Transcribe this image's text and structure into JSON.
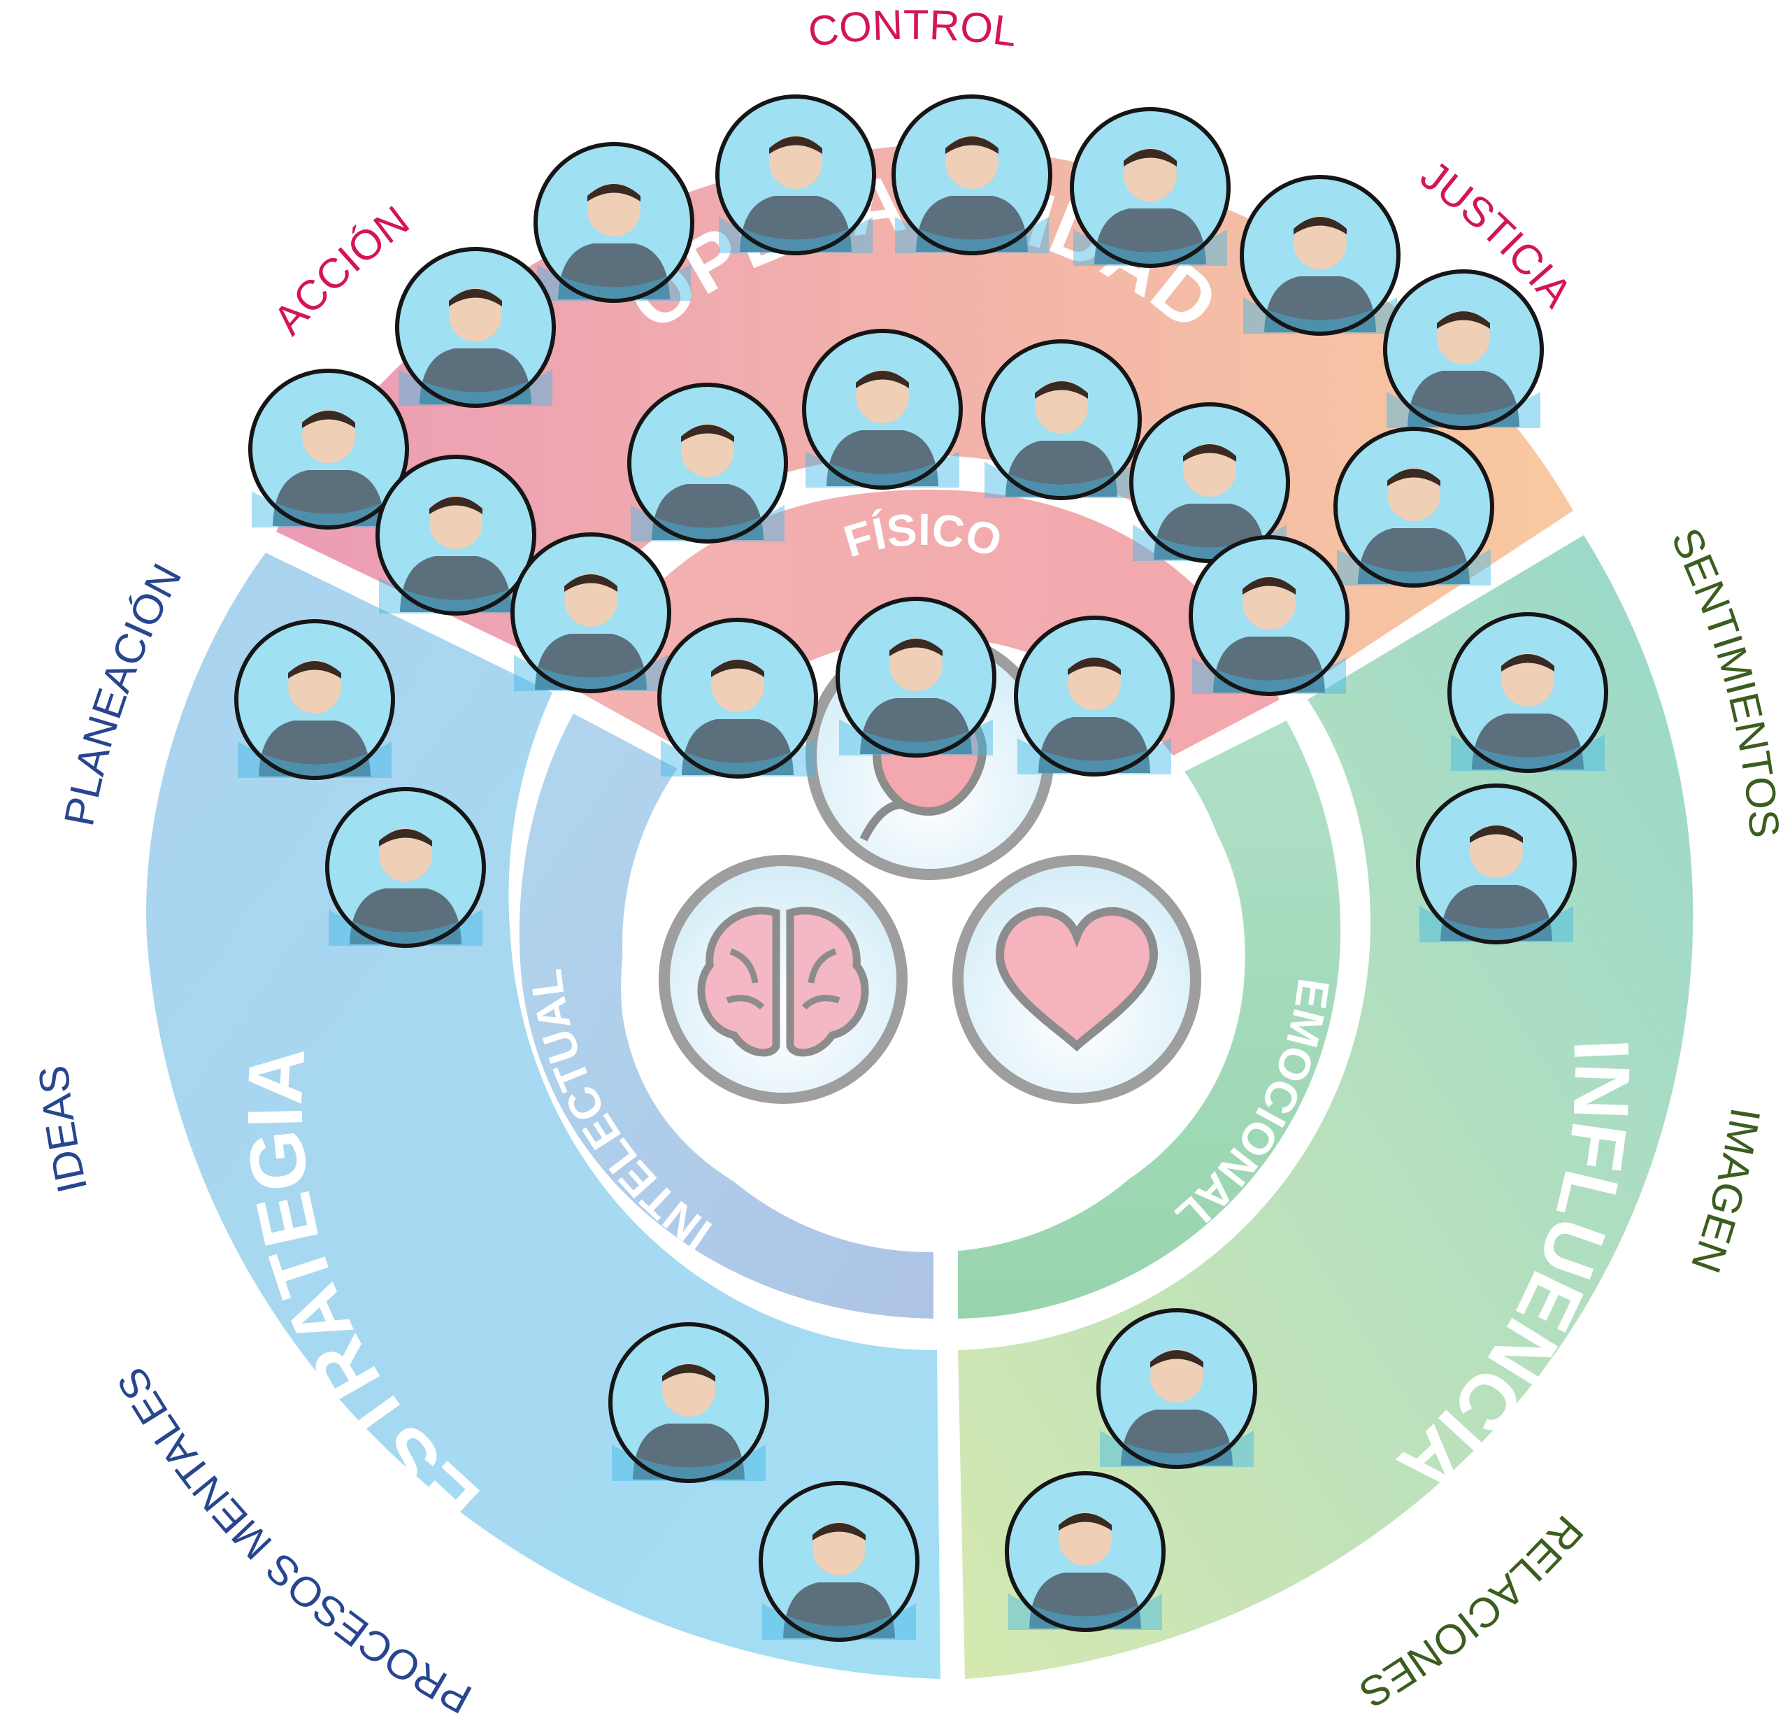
{
  "diagram": {
    "segments": {
      "operatividad": {
        "label": "OPERATIVIDAD",
        "color_start": "#ef9fb3",
        "color_end": "#f8c7a0"
      },
      "estrategia": {
        "label": "ESTRATEGIA",
        "color_start": "#a8d6ef",
        "color_end": "#9fdcf3"
      },
      "influencia": {
        "label": "INFLUENCIA",
        "color_start": "#cfe3ae",
        "color_end": "#9fd9c8"
      }
    },
    "inner_segments": {
      "fisico": {
        "label": "FÍSICO",
        "color": "#f3aeb0"
      },
      "intelectual": {
        "label": "INTELECTUAL",
        "color": "#aecdea"
      },
      "emocional": {
        "label": "EMOCIONAL",
        "color": "#a6dbbd"
      }
    },
    "outer_words": {
      "accion": "ACCIÓN",
      "control": "CONTROL",
      "justicia": "JUSTICIA",
      "planeacion": "PLANEACIÓN",
      "ideas": "IDEAS",
      "procesos": "PROCESOS MENTALES",
      "sentimientos": "SENTIMIENTOS",
      "imagen": "IMAGEN",
      "relaciones": "RELACIONES"
    },
    "center_icons": [
      "stomach-icon",
      "brain-icon",
      "heart-icon"
    ],
    "colors": {
      "pink_text": "#d4145a",
      "blue_text": "#27468f",
      "green_text": "#3b5e1f",
      "photo_bg": "#9fe0f3",
      "photo_border": "#1a1a1a",
      "icon_ring": "#9e9e9e"
    }
  }
}
